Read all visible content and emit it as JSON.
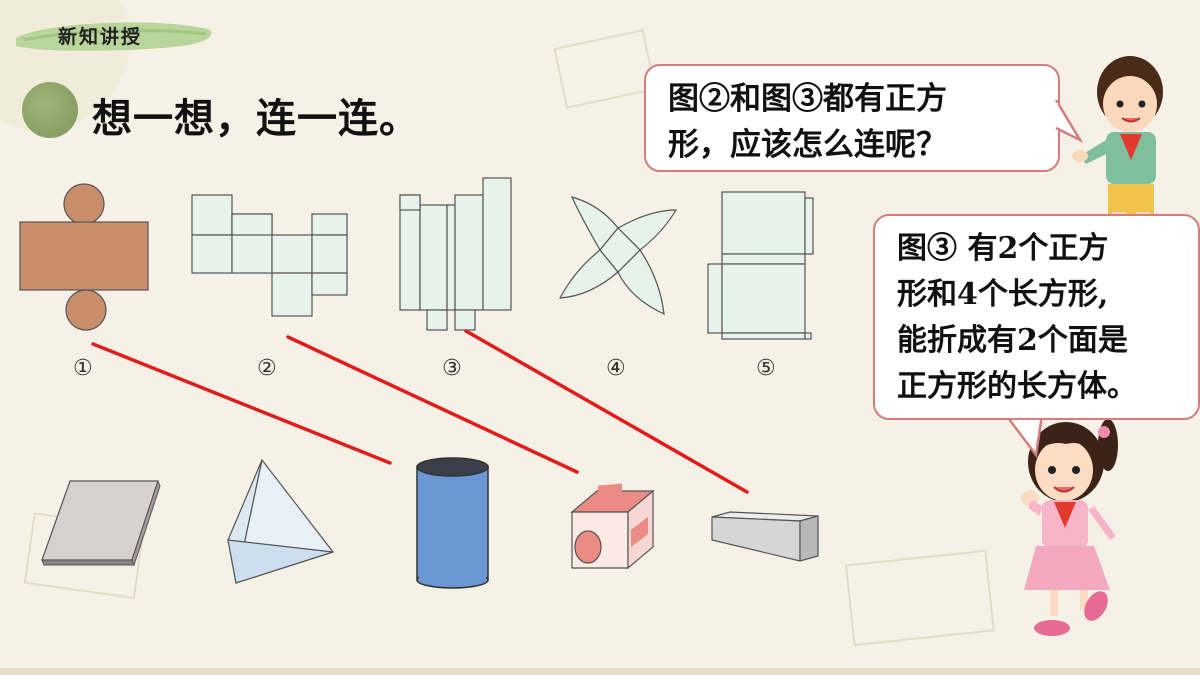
{
  "header": {
    "tag_label": "新知讲授",
    "title": "想一想，连一连。"
  },
  "nets": [
    {
      "label": "①",
      "shape": "cylinder-net"
    },
    {
      "label": "②",
      "shape": "cube-net"
    },
    {
      "label": "③",
      "shape": "cuboid-net"
    },
    {
      "label": "④",
      "shape": "pyramid-net"
    },
    {
      "label": "⑤",
      "shape": "flat-box-net"
    }
  ],
  "solids": [
    {
      "shape": "flat-slab"
    },
    {
      "shape": "tetrahedron"
    },
    {
      "shape": "cylinder"
    },
    {
      "shape": "cube"
    },
    {
      "shape": "cuboid"
    }
  ],
  "speech": {
    "boy": [
      "图②和图③都有正方",
      "形，应该怎么连呢？"
    ],
    "girl": [
      "图③ 有2个正方",
      "形和4个长方形,",
      "能折成有2个面是",
      "正方形的长方体。"
    ]
  },
  "colors": {
    "net_fill": "#e6f2ea",
    "net_stroke": "#555555",
    "cylinder_net": "#c88e6c",
    "match_line": "#e31b1b",
    "bubble_border": "#d57d7d"
  }
}
